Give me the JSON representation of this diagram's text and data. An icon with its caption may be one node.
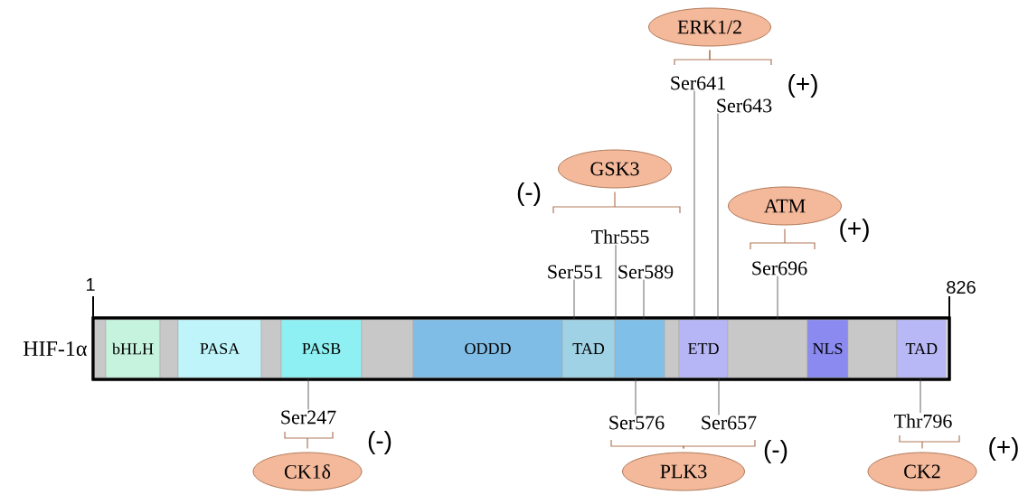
{
  "diagram": {
    "nodes": [
      {
        "text": [
          "ERK1/2"
        ]
      },
      {
        "text": [
          "Ser641"
        ]
      },
      {
        "text": [
          "Ser643"
        ]
      },
      {
        "text": [
          "GSK3"
        ]
      },
      {
        "text": [
          "ATM"
        ]
      },
      {
        "text": [
          "Thr555"
        ]
      },
      {
        "text": [
          "Ser551"
        ]
      },
      {
        "text": [
          "Ser589"
        ]
      },
      {
        "text": [
          "Ser696"
        ]
      },
      {
        "text": [],
        "shape": "bar",
        "beside": [
          "HIF-1α"
        ]
      },
      {
        "text": [],
        "shape": "box",
        "in": 9
      },
      {
        "text": [
          "bHLH"
        ],
        "in": 9
      },
      {
        "text": [],
        "shape": "box",
        "in": 9
      },
      {
        "text": [
          "PASA"
        ],
        "in": 9
      },
      {
        "text": [],
        "shape": "box",
        "in": 9
      },
      {
        "text": [
          "PASB"
        ],
        "in": 9
      },
      {
        "text": [],
        "shape": "box",
        "in": 9
      },
      {
        "text": [
          "ODDD"
        ],
        "in": 9
      },
      {
        "text": [
          "TAD"
        ],
        "in": 9
      },
      {
        "text": [],
        "shape": "box",
        "in": 9
      },
      {
        "text": [],
        "shape": "box",
        "in": 9
      },
      {
        "text": [
          "ETD"
        ],
        "in": 9
      },
      {
        "text": [],
        "shape": "box",
        "in": 9
      },
      {
        "text": [
          "NLS"
        ],
        "in": 9
      },
      {
        "text": [],
        "shape": "box",
        "in": 9
      },
      {
        "text": [
          "TAD"
        ],
        "in": 9
      },
      {
        "text": [
          "Ser247"
        ]
      },
      {
        "text": [
          "Ser576"
        ]
      },
      {
        "text": [
          "Ser657"
        ]
      },
      {
        "text": [
          "Thr796"
        ]
      },
      {
        "text": [
          "CK1δ"
        ]
      },
      {
        "text": [
          "PLK3"
        ]
      },
      {
        "text": [
          "CK2"
        ]
      }
    ],
    "edges": [
      {
        "from": 1,
        "to": 21,
        "arrow": "none"
      },
      {
        "from": 2,
        "to": 21,
        "arrow": "none"
      },
      {
        "from": 5,
        "to": 18,
        "arrow": "none"
      },
      {
        "from": 6,
        "to": 18,
        "arrow": "none"
      },
      {
        "from": 7,
        "to": 19,
        "arrow": "none"
      },
      {
        "from": 8,
        "to": 22,
        "arrow": "none"
      },
      {
        "from": 26,
        "to": 15,
        "arrow": "none"
      },
      {
        "from": 27,
        "to": 19,
        "arrow": "none"
      },
      {
        "from": 28,
        "to": 21,
        "arrow": "none"
      },
      {
        "from": 29,
        "to": 25,
        "arrow": "none"
      },
      {
        "from": 0,
        "to": 1,
        "arrow": "none",
        "color": "#b07a5a"
      },
      {
        "from": 0,
        "to": 2,
        "arrow": "none",
        "color": "#b07a5a"
      },
      {
        "from": 3,
        "to": 5,
        "arrow": "none",
        "color": "#b07a5a"
      },
      {
        "from": 4,
        "to": 8,
        "arrow": "none",
        "color": "#b07a5a"
      },
      {
        "from": 30,
        "to": 26,
        "arrow": "none",
        "color": "#b07a5a"
      },
      {
        "from": 31,
        "to": 27,
        "arrow": "none",
        "color": "#b07a5a"
      },
      {
        "from": 31,
        "to": 28,
        "arrow": "none",
        "color": "#b07a5a"
      },
      {
        "from": 32,
        "to": 29,
        "arrow": "none",
        "color": "#b07a5a"
      }
    ],
    "labels": [
      "(+)",
      "(-)",
      "(+)",
      "1",
      "826",
      "(-)",
      "(-)",
      "(+)"
    ]
  }
}
